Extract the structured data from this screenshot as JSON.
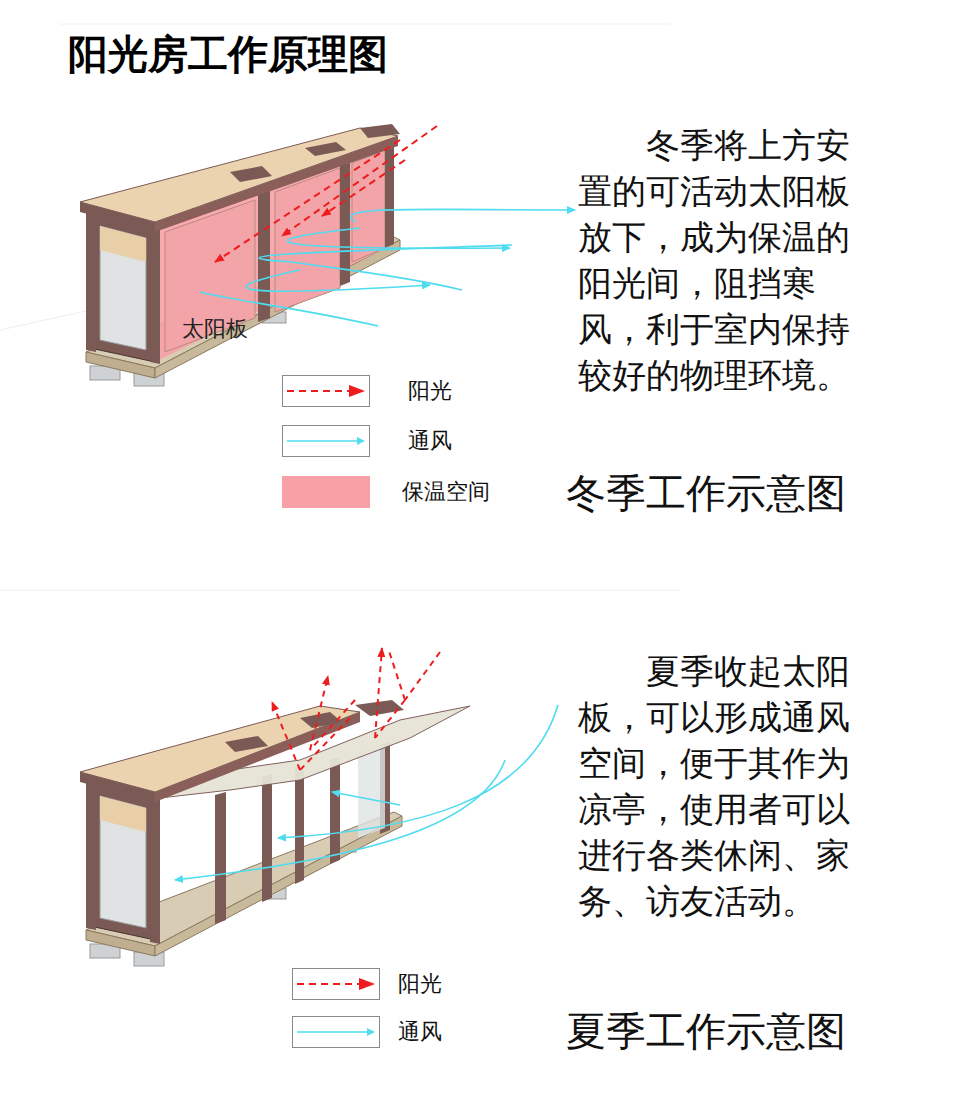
{
  "diagram": {
    "title": "阳光房工作原理图",
    "labels": [
      "冬季将上方安置的可活动太阳板放下，成为保温的阳光间，阻挡寒风，利于室内保持较好的物理环境。",
      "太阳板",
      "冬季工作示意图",
      "夏季收起太阳板，可以形成通风空间，便于其作为凉亭，使用者可以进行各类休闲、家务、访友活动。",
      "夏季工作示意图"
    ],
    "legend": [
      {
        "text": "阳光"
      },
      {
        "text": "通风"
      },
      {
        "text": "保温空间",
        "color": "#f7a1a6"
      },
      {
        "text": "阳光"
      },
      {
        "text": "通风"
      }
    ]
  }
}
